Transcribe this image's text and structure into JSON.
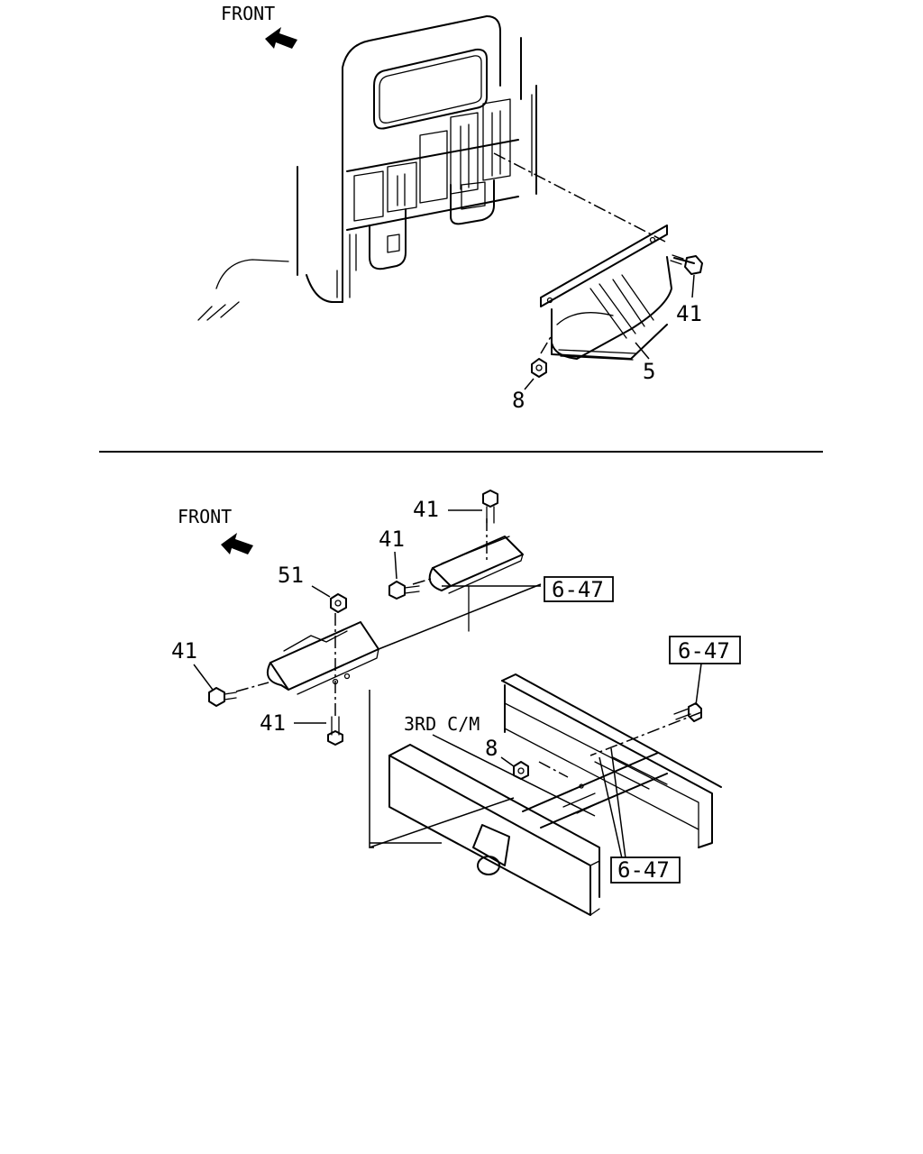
{
  "top_view": {
    "front_label": "FRONT",
    "callouts": {
      "bolt": "41",
      "cover": "5",
      "nut": "8"
    }
  },
  "bottom_view": {
    "front_label": "FRONT",
    "callouts": {
      "bolt_top": "41",
      "bolt_upper_left": "41",
      "bolt_left": "41",
      "bolt_lower": "41",
      "nut_top": "51",
      "nut_lower": "8",
      "crossmember": "3RD C/M"
    },
    "references": [
      "6-47",
      "6-47",
      "6-47"
    ]
  }
}
